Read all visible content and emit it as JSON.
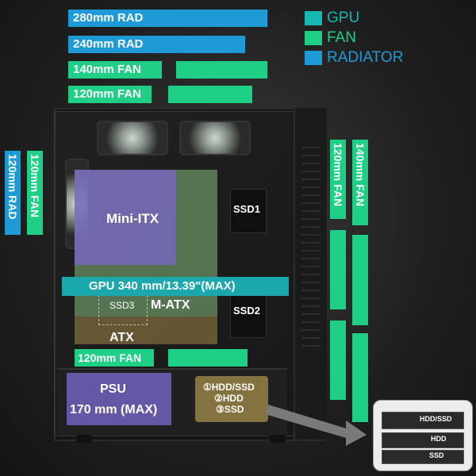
{
  "top_bars": [
    {
      "label": "280mm RAD"
    },
    {
      "label": "240mm RAD"
    },
    {
      "label": "140mm FAN"
    },
    {
      "label": "120mm FAN"
    }
  ],
  "legend": [
    {
      "label": "GPU",
      "color": "#19b6b6"
    },
    {
      "label": "FAN",
      "color": "#1fcf86"
    },
    {
      "label": "RADIATOR",
      "color": "#1e9ad6"
    }
  ],
  "rear": {
    "rad_label": "120mm RAD",
    "fan_label": "120mm FAN"
  },
  "front": {
    "fan120_label": "120mm FAN",
    "fan140_label": "140mm FAN"
  },
  "motherboards": {
    "mini_itx": "Mini-ITX",
    "m_atx": "M-ATX",
    "atx": "ATX"
  },
  "gpu_label": "GPU 340 mm/13.39\"(MAX)",
  "ssd": {
    "ssd1": "SSD1",
    "ssd2": "SSD2",
    "ssd3": "SSD3"
  },
  "bottom_fan_label": "120mm FAN",
  "psu": {
    "line1": "PSU",
    "line2": "170 mm (MAX)"
  },
  "drive_cage": {
    "line1": "①HDD/SSD",
    "line2": "②HDD",
    "line3": "③SSD"
  },
  "inset": {
    "hdd_ssd": "HDD/SSD",
    "hdd": "HDD",
    "ssd": "SSD"
  }
}
